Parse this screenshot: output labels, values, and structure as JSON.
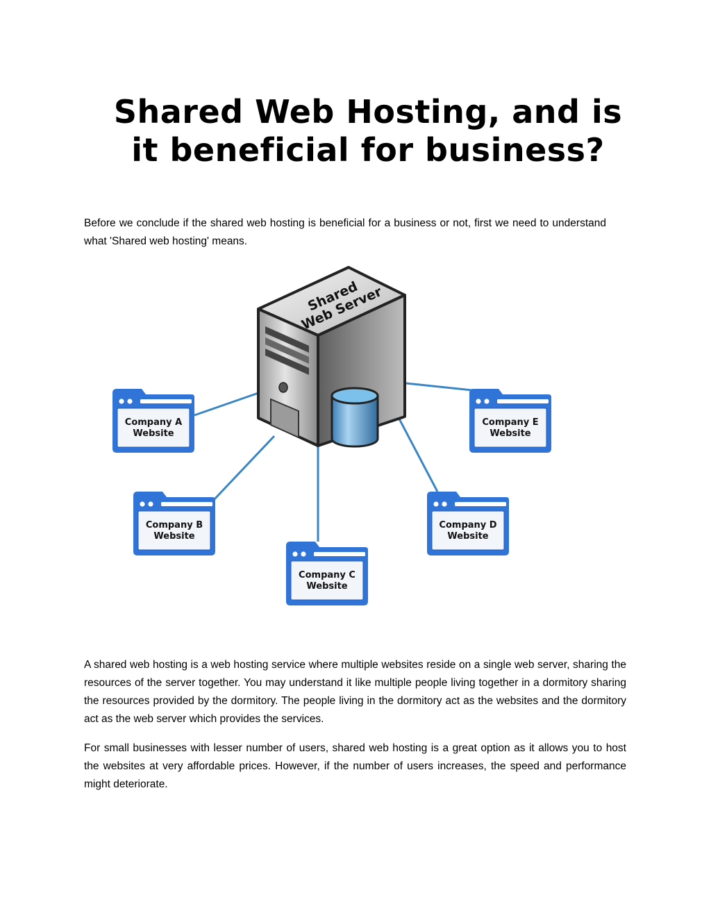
{
  "title": {
    "line1": "Shared Web Hosting, and is",
    "line2": "it beneficial for business?"
  },
  "intro": "Before we conclude if the shared web hosting is beneficial for a business or not, first we need to understand what 'Shared web hosting' means.",
  "diagram": {
    "server_label_line1": "Shared",
    "server_label_line2": "Web Server",
    "nodes": [
      {
        "line1": "Company A",
        "line2": "Website"
      },
      {
        "line1": "Company B",
        "line2": "Website"
      },
      {
        "line1": "Company C",
        "line2": "Website"
      },
      {
        "line1": "Company D",
        "line2": "Website"
      },
      {
        "line1": "Company E",
        "line2": "Website"
      }
    ],
    "colors": {
      "link": "#3a86c4",
      "folder": "#2f74d6",
      "folder_inner": "#f2f5fa",
      "server_dark": "#2b2b2b",
      "cylinder": "#5fa7d8"
    }
  },
  "paragraphs": [
    "A shared web hosting is a web hosting service where multiple websites reside on a single web server, sharing the resources of the server together. You may understand it like multiple people living together in a dormitory sharing the resources provided by the dormitory. The people living in the dormitory act as the websites and the dormitory act as the web server which provides the services.",
    "For small businesses with lesser number of users, shared web hosting is a great option as it allows you to host the websites at very affordable prices. However, if the number of users increases, the speed and performance might deteriorate."
  ]
}
